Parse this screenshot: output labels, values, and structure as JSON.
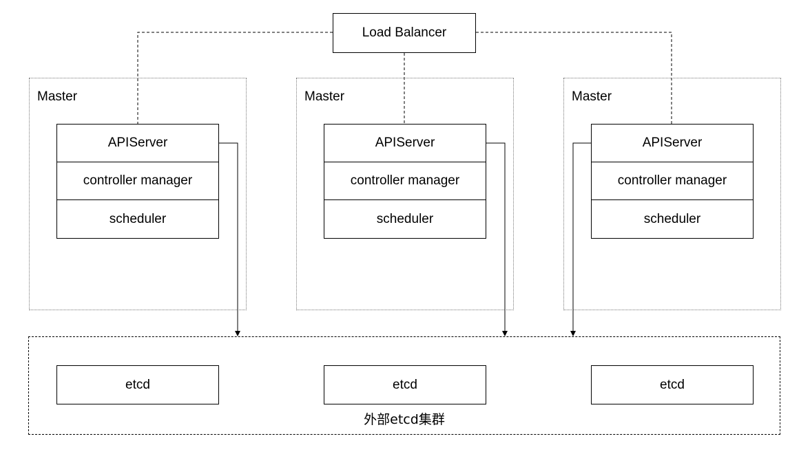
{
  "load_balancer": {
    "label": "Load Balancer"
  },
  "masters": [
    {
      "label": "Master",
      "components": [
        "APIServer",
        "controller manager",
        "scheduler"
      ]
    },
    {
      "label": "Master",
      "components": [
        "APIServer",
        "controller manager",
        "scheduler"
      ]
    },
    {
      "label": "Master",
      "components": [
        "APIServer",
        "controller manager",
        "scheduler"
      ]
    }
  ],
  "etcd_cluster": {
    "label": "外部etcd集群",
    "nodes": [
      "etcd",
      "etcd",
      "etcd"
    ]
  }
}
